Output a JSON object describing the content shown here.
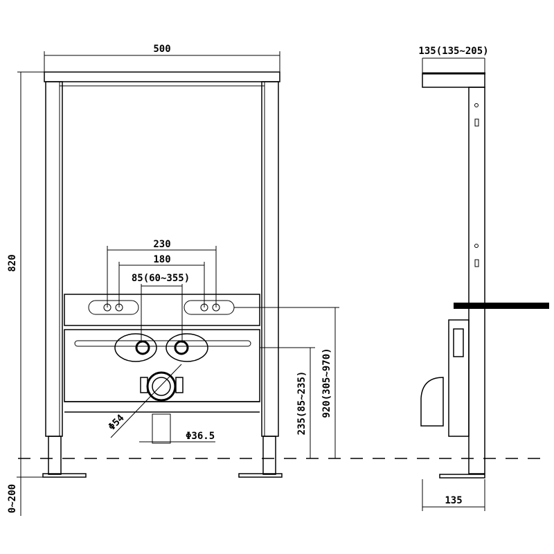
{
  "front_view": {
    "width_dim": "500",
    "height_dim": "820",
    "outer_spacing_dim": "230",
    "inner_spacing_dim": "180",
    "valve_spacing_dim": "85(60~355)",
    "drain_diameter_dim": "Φ54",
    "pipe_diameter_dim": "Φ36.5",
    "drain_height_dim": "235(85~235)",
    "fixing_height_dim": "920(305~970)",
    "foot_adjust_dim": "0~200"
  },
  "side_view": {
    "depth_range_dim": "135(135~205)",
    "depth_dim": "135"
  }
}
